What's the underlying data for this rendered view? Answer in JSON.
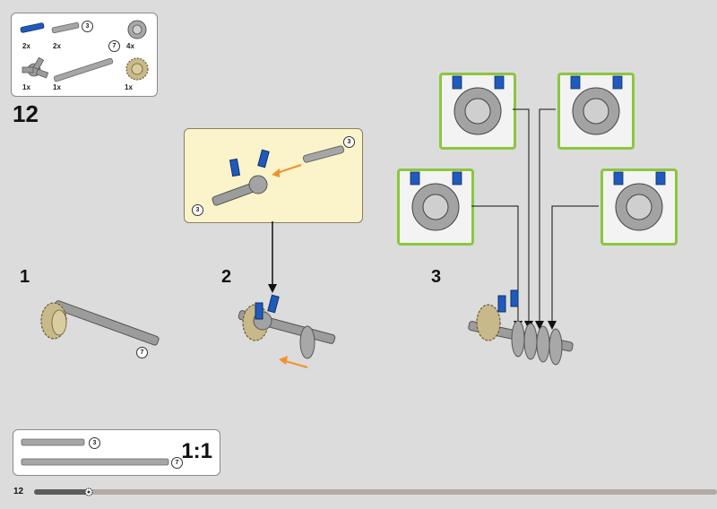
{
  "parts_list": {
    "items": [
      {
        "qty": "2x",
        "icon": "blue-pin-icon"
      },
      {
        "qty": "2x",
        "icon": "axle-3-icon",
        "length": "3"
      },
      {
        "qty": "4x",
        "icon": "wedge-belt-wheel-icon"
      },
      {
        "qty": "1x",
        "icon": "axle-connector-icon"
      },
      {
        "qty": "1x",
        "icon": "axle-7-icon",
        "length": "7"
      },
      {
        "qty": "1x",
        "icon": "tan-gear-icon"
      }
    ]
  },
  "step": {
    "number": "12",
    "substeps": [
      "1",
      "2",
      "3"
    ]
  },
  "callout": {
    "badge_left": "3",
    "badge_right": "3"
  },
  "substep1": {
    "badge": "7"
  },
  "scale": {
    "label": "1:1",
    "axles": [
      {
        "length": "3",
        "value": 3
      },
      {
        "length": "7",
        "value": 7
      }
    ]
  },
  "footer": {
    "page_number": "12",
    "progress_fraction": 0.08
  },
  "colors": {
    "background": "#dcdcdc",
    "callout_bg": "#fbf3c9",
    "highlight_border": "#8cc63f",
    "arrow_orange": "#f0922b",
    "blue_pin": "#1f5bbd",
    "tan_gear": "#c8b98a",
    "gray_part": "#9c9c9c"
  }
}
